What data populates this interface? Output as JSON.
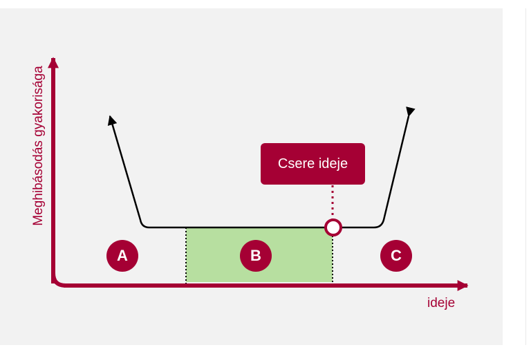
{
  "axes": {
    "y_label": "Meghibásodás gyakorisága",
    "x_label": "ideje"
  },
  "callout": {
    "label": "Csere ideje"
  },
  "zones": [
    {
      "label": "A"
    },
    {
      "label": "B"
    },
    {
      "label": "C"
    }
  ],
  "colors": {
    "accent": "#a50034",
    "highlight": "#b7dfa0",
    "curve": "#000000",
    "background": "#f2f2f2"
  }
}
